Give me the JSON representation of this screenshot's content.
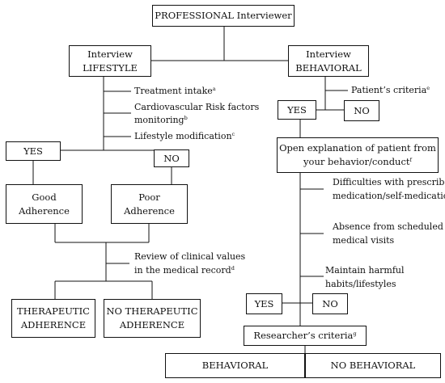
{
  "root": {
    "label": "PROFESSIONAL Interviewer"
  },
  "lifestyle": {
    "line1": "Interview",
    "line2": "LIFESTYLE",
    "items": [
      {
        "line1": "Treatment intake",
        "sup": "a",
        "line2": ""
      },
      {
        "line1": "Cardiovascular Risk factors",
        "sup": "b",
        "line2": "monitoring"
      },
      {
        "line1": "Lifestyle modification",
        "sup": "c",
        "line2": ""
      }
    ],
    "yes": "YES",
    "no": "NO",
    "good": {
      "line1": "Good",
      "line2": "Adherence"
    },
    "poor": {
      "line1": "Poor",
      "line2": "Adherence"
    },
    "review": {
      "line1": "Review of clinical values",
      "line2": "in the medical record",
      "sup": "d"
    },
    "therapeutic": {
      "line1": "THERAPEUTIC",
      "line2": "ADHERENCE"
    },
    "no_therapeutic": {
      "line1": "NO THERAPEUTIC",
      "line2": "ADHERENCE"
    }
  },
  "behavioral": {
    "line1": "Interview",
    "line2": "BEHAVIORAL",
    "patient_criteria": {
      "text": "Patient’s criteria",
      "sup": "e"
    },
    "yes1": "YES",
    "no1": "NO",
    "open": {
      "line1": "Open explanation of patient from",
      "line2": "your behavior/conduct",
      "sup": "f"
    },
    "items": [
      {
        "line1": "Difficulties with prescribed",
        "line2": "medication/self-medication"
      },
      {
        "line1": "Absence from scheduled",
        "line2": "medical visits"
      },
      {
        "line1": "Maintain harmful",
        "line2": "habits/lifestyles"
      }
    ],
    "yes2": "YES",
    "no2": "NO",
    "researcher": {
      "text": "Researcher’s criteria",
      "sup": "g"
    },
    "behavioral_out": "BEHAVIORAL",
    "no_behavioral_out": "NO BEHAVIORAL"
  }
}
